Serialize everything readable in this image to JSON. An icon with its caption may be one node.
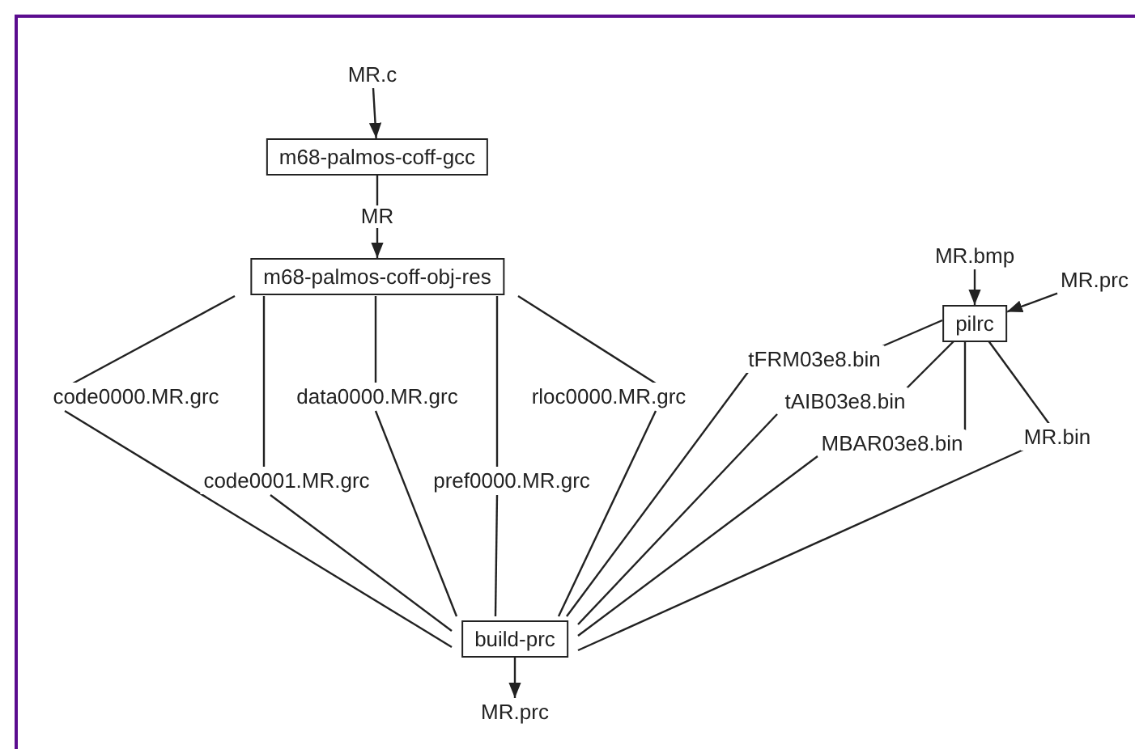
{
  "diagram": {
    "nodes": [
      {
        "text": [
          "MR.c"
        ]
      },
      {
        "text": [
          "m68-palmos-coff-gcc"
        ]
      },
      {
        "text": [
          "m68-palmos-coff-obj-res"
        ]
      },
      {
        "text": [
          "code0000.MR.grc"
        ]
      },
      {
        "text": [
          "code0001.MR.grc"
        ]
      },
      {
        "text": [
          "data0000.MR.grc"
        ]
      },
      {
        "text": [
          "pref0000.MR.grc"
        ]
      },
      {
        "text": [
          "rloc0000.MR.grc"
        ]
      },
      {
        "text": [
          "build-prc"
        ]
      },
      {
        "text": [
          "MR.prc"
        ]
      },
      {
        "text": [
          "MR.bmp"
        ]
      },
      {
        "text": [
          "MR.prc"
        ]
      },
      {
        "text": [
          "pilrc"
        ]
      },
      {
        "text": [
          "tFRM03e8.bin"
        ]
      },
      {
        "text": [
          "tAIB03e8.bin"
        ]
      },
      {
        "text": [
          "MBAR03e8.bin"
        ]
      },
      {
        "text": [
          "MR.bin"
        ]
      }
    ],
    "edges": [
      {
        "from": 0,
        "to": 1,
        "arrow": "to"
      },
      {
        "from": 1,
        "to": 2,
        "arrow": "to",
        "label": "MR"
      },
      {
        "from": 2,
        "to": 3,
        "arrow": "none"
      },
      {
        "from": 2,
        "to": 4,
        "arrow": "none"
      },
      {
        "from": 2,
        "to": 5,
        "arrow": "none"
      },
      {
        "from": 2,
        "to": 6,
        "arrow": "none"
      },
      {
        "from": 2,
        "to": 7,
        "arrow": "none"
      },
      {
        "from": 3,
        "to": 8,
        "arrow": "none"
      },
      {
        "from": 4,
        "to": 8,
        "arrow": "none"
      },
      {
        "from": 5,
        "to": 8,
        "arrow": "none"
      },
      {
        "from": 6,
        "to": 8,
        "arrow": "none"
      },
      {
        "from": 7,
        "to": 8,
        "arrow": "none"
      },
      {
        "from": 10,
        "to": 12,
        "arrow": "to"
      },
      {
        "from": 11,
        "to": 12,
        "arrow": "to"
      },
      {
        "from": 12,
        "to": 13,
        "arrow": "none"
      },
      {
        "from": 12,
        "to": 14,
        "arrow": "none"
      },
      {
        "from": 12,
        "to": 15,
        "arrow": "none"
      },
      {
        "from": 12,
        "to": 16,
        "arrow": "none"
      },
      {
        "from": 13,
        "to": 8,
        "arrow": "none"
      },
      {
        "from": 14,
        "to": 8,
        "arrow": "none"
      },
      {
        "from": 15,
        "to": 8,
        "arrow": "none"
      },
      {
        "from": 16,
        "to": 8,
        "arrow": "none"
      },
      {
        "from": 8,
        "to": 9,
        "arrow": "to"
      }
    ]
  }
}
